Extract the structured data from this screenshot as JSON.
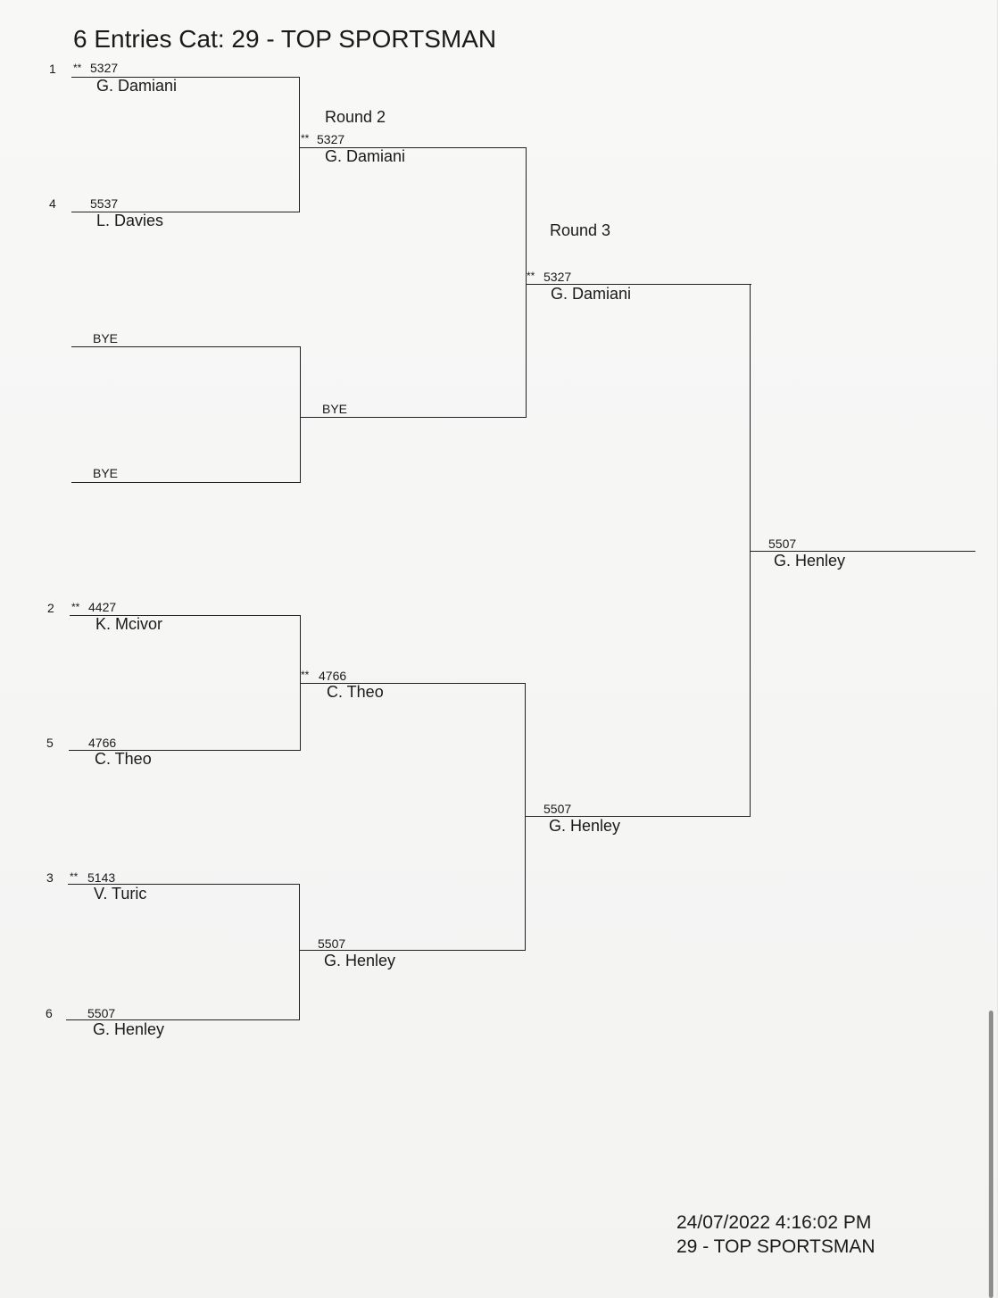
{
  "header": {
    "title": "6 Entries Cat: 29 - TOP SPORTSMAN"
  },
  "round1": [
    {
      "seed": "1",
      "mark": "**",
      "number": "5327",
      "name": "G. Damiani"
    },
    {
      "seed": "4",
      "mark": "",
      "number": "5537",
      "name": "L. Davies"
    },
    {
      "seed": "",
      "mark": "",
      "number": "",
      "name": "BYE"
    },
    {
      "seed": "",
      "mark": "",
      "number": "",
      "name": "BYE"
    },
    {
      "seed": "2",
      "mark": "**",
      "number": "4427",
      "name": "K. Mcivor"
    },
    {
      "seed": "5",
      "mark": "",
      "number": "4766",
      "name": "C. Theo"
    },
    {
      "seed": "3",
      "mark": "**",
      "number": "5143",
      "name": "V. Turic"
    },
    {
      "seed": "6",
      "mark": "",
      "number": "5507",
      "name": "G. Henley"
    }
  ],
  "round2": {
    "label": "Round 2",
    "entries": [
      {
        "mark": "**",
        "number": "5327",
        "name": "G. Damiani"
      },
      {
        "mark": "",
        "number": "",
        "name": "BYE"
      },
      {
        "mark": "**",
        "number": "4766",
        "name": "C. Theo"
      },
      {
        "mark": "",
        "number": "5507",
        "name": "G. Henley"
      }
    ]
  },
  "round3": {
    "label": "Round 3",
    "entries": [
      {
        "mark": "**",
        "number": "5327",
        "name": "G. Damiani"
      },
      {
        "mark": "",
        "number": "5507",
        "name": "G. Henley"
      }
    ]
  },
  "winner": {
    "number": "5507",
    "name": "G. Henley"
  },
  "footer": {
    "timestamp": "24/07/2022 4:16:02 PM",
    "category": "29 - TOP SPORTSMAN"
  }
}
